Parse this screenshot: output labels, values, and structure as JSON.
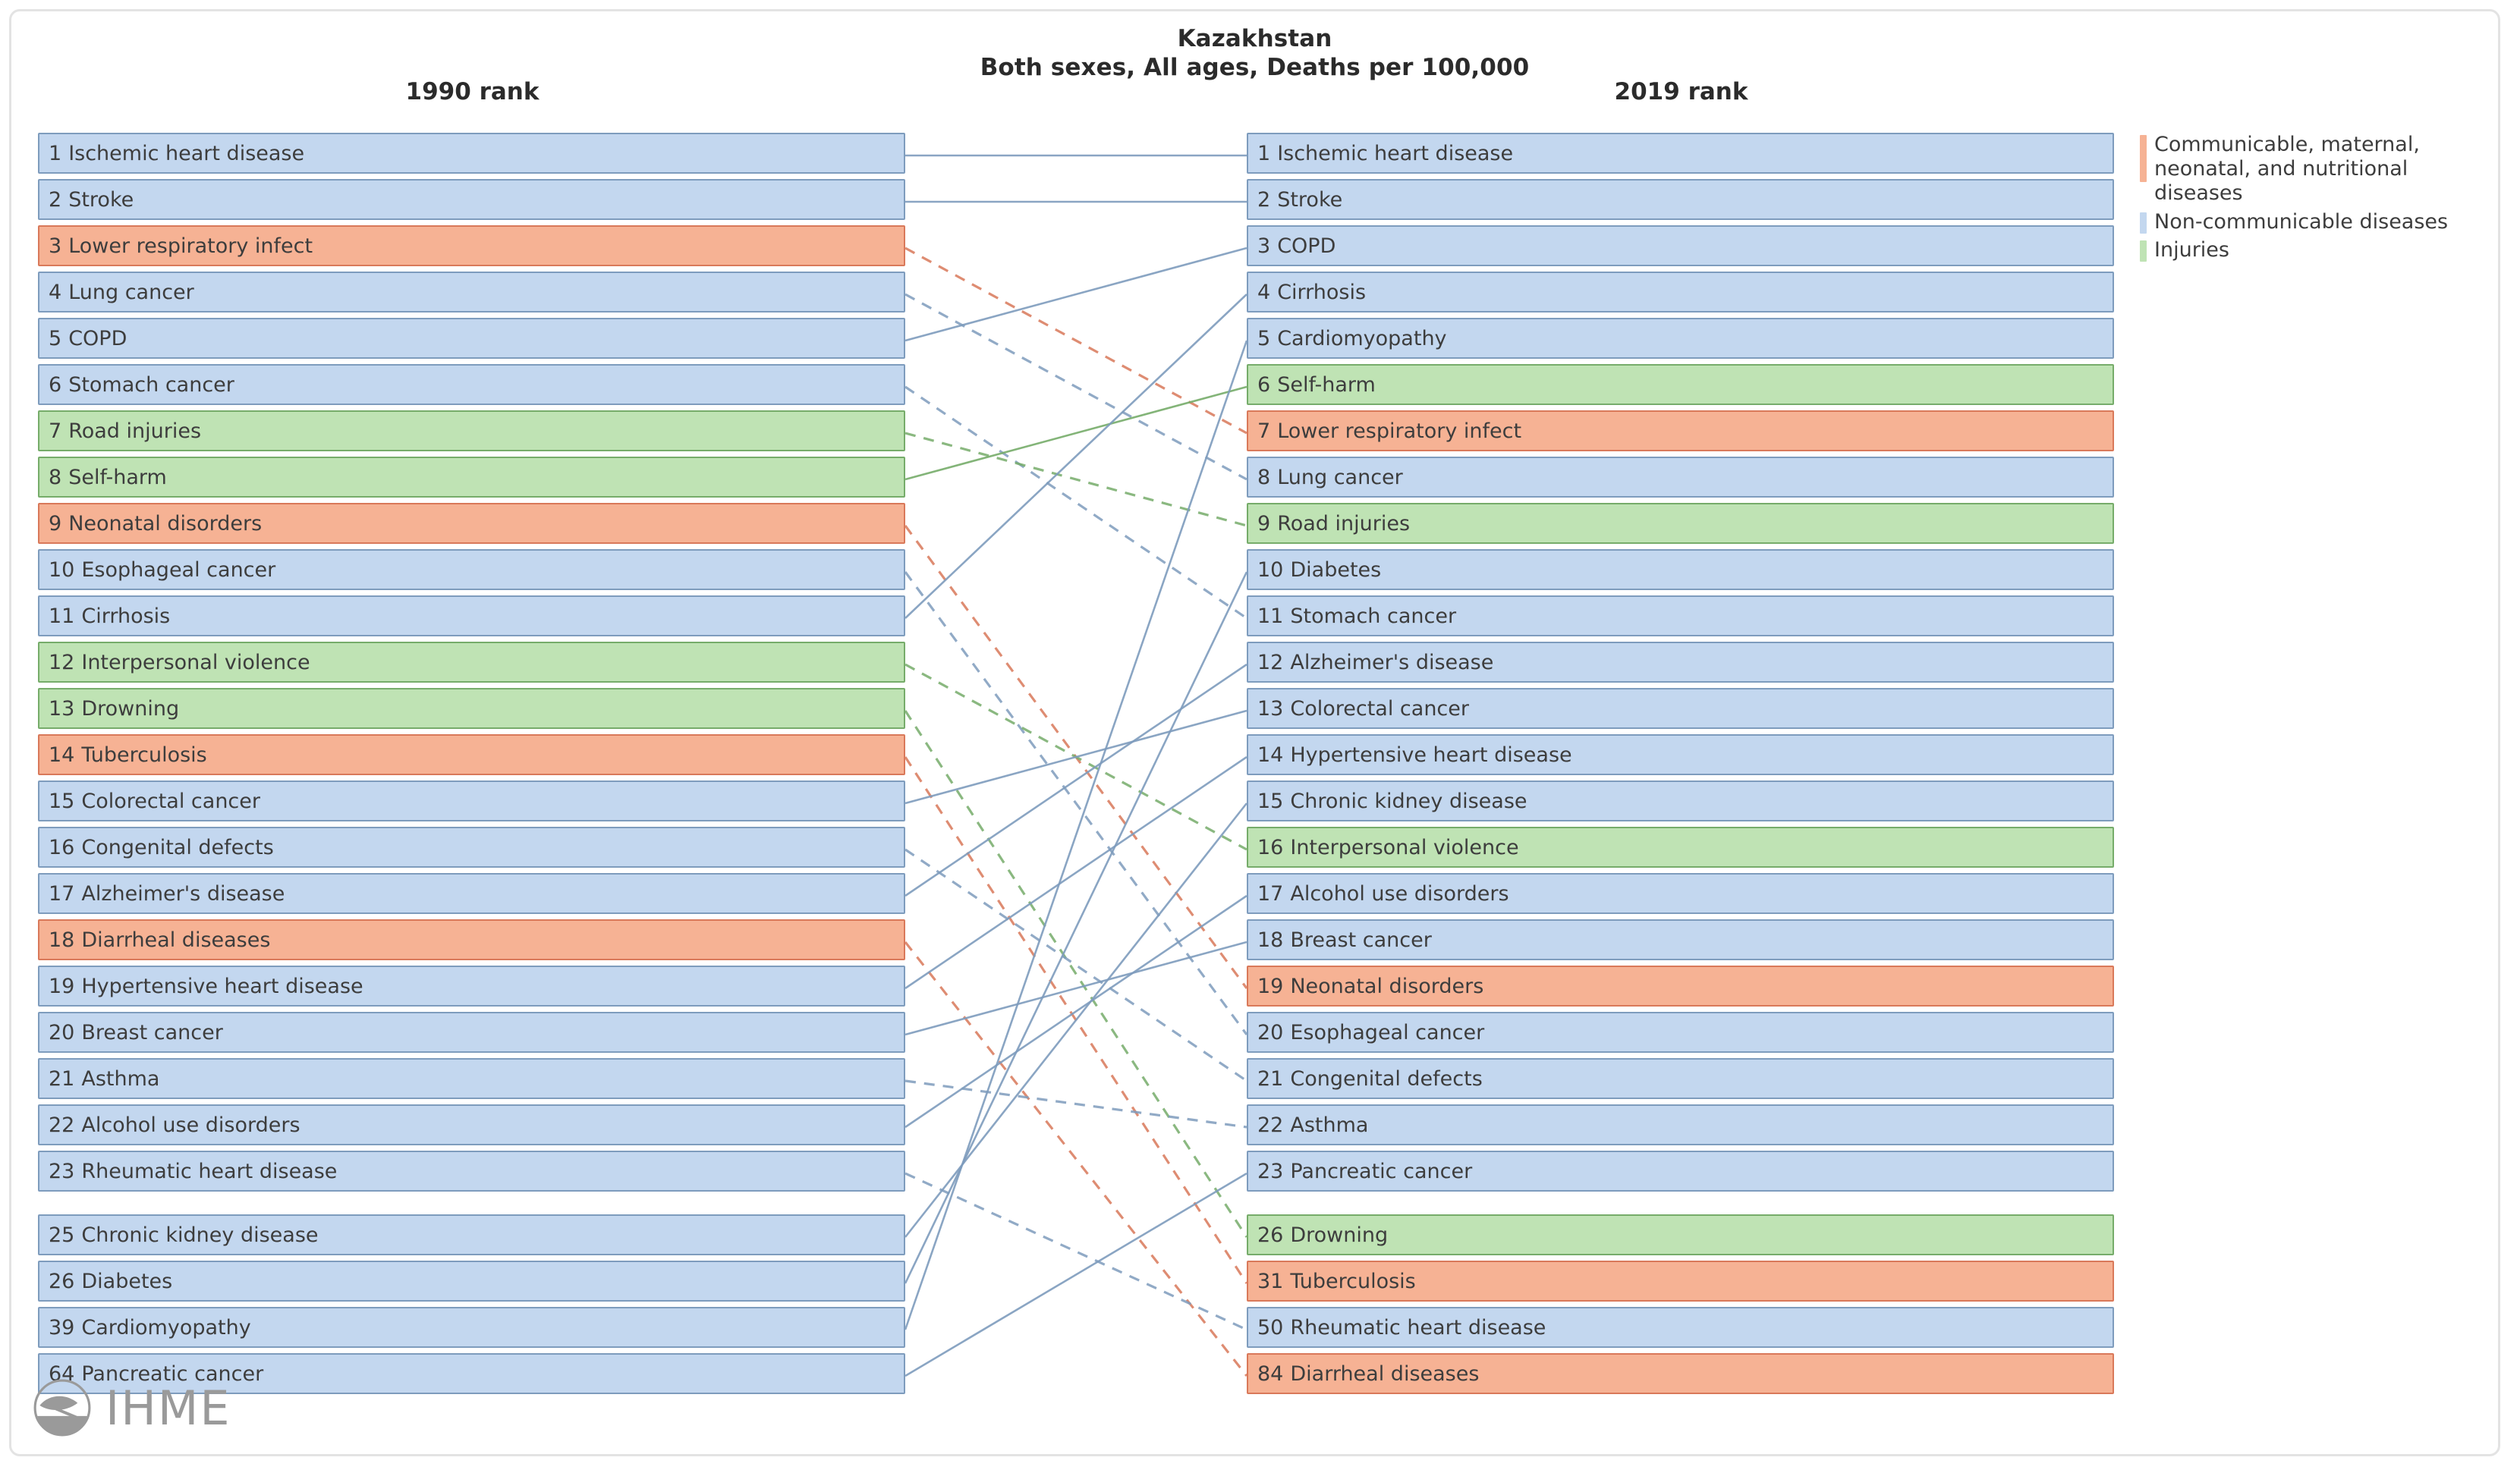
{
  "title": {
    "location": "Kazakhstan",
    "subtitle": "Both sexes, All ages, Deaths per 100,000"
  },
  "headers": {
    "left": "1990 rank",
    "right": "2019 rank"
  },
  "legend": {
    "items": [
      {
        "label": "Communicable, maternal, neonatal, and nutritional diseases",
        "color": "#f6b294",
        "key": "cmnn"
      },
      {
        "label": "Non-communicable diseases",
        "color": "#c3d7ef",
        "key": "ncd"
      },
      {
        "label": "Injuries",
        "color": "#bfe3b4",
        "key": "inj"
      }
    ]
  },
  "branding": {
    "wordmark": "IHME",
    "logo_icon": "ihme-globe-icon"
  },
  "chart_data": {
    "type": "table",
    "title": "Kazakhstan",
    "subtitle": "Both sexes, All ages, Deaths per 100,000",
    "left_axis_label": "1990 rank",
    "right_axis_label": "2019 rank",
    "categories": [
      "Communicable, maternal, neonatal, and nutritional diseases",
      "Non-communicable diseases",
      "Injuries"
    ],
    "left_column": [
      {
        "rank": 1,
        "label": "Ischemic heart disease",
        "cat": "ncd"
      },
      {
        "rank": 2,
        "label": "Stroke",
        "cat": "ncd"
      },
      {
        "rank": 3,
        "label": "Lower respiratory infect",
        "cat": "cmnn"
      },
      {
        "rank": 4,
        "label": "Lung cancer",
        "cat": "ncd"
      },
      {
        "rank": 5,
        "label": "COPD",
        "cat": "ncd"
      },
      {
        "rank": 6,
        "label": "Stomach cancer",
        "cat": "ncd"
      },
      {
        "rank": 7,
        "label": "Road injuries",
        "cat": "inj"
      },
      {
        "rank": 8,
        "label": "Self-harm",
        "cat": "inj"
      },
      {
        "rank": 9,
        "label": "Neonatal disorders",
        "cat": "cmnn"
      },
      {
        "rank": 10,
        "label": "Esophageal cancer",
        "cat": "ncd"
      },
      {
        "rank": 11,
        "label": "Cirrhosis",
        "cat": "ncd"
      },
      {
        "rank": 12,
        "label": "Interpersonal violence",
        "cat": "inj"
      },
      {
        "rank": 13,
        "label": "Drowning",
        "cat": "inj"
      },
      {
        "rank": 14,
        "label": "Tuberculosis",
        "cat": "cmnn"
      },
      {
        "rank": 15,
        "label": "Colorectal cancer",
        "cat": "ncd"
      },
      {
        "rank": 16,
        "label": "Congenital defects",
        "cat": "ncd"
      },
      {
        "rank": 17,
        "label": "Alzheimer's disease",
        "cat": "ncd"
      },
      {
        "rank": 18,
        "label": "Diarrheal diseases",
        "cat": "cmnn"
      },
      {
        "rank": 19,
        "label": "Hypertensive heart disease",
        "cat": "ncd"
      },
      {
        "rank": 20,
        "label": "Breast cancer",
        "cat": "ncd"
      },
      {
        "rank": 21,
        "label": "Asthma",
        "cat": "ncd"
      },
      {
        "rank": 22,
        "label": "Alcohol use disorders",
        "cat": "ncd"
      },
      {
        "rank": 23,
        "label": "Rheumatic heart disease",
        "cat": "ncd"
      },
      {
        "rank": 25,
        "label": "Chronic kidney disease",
        "cat": "ncd",
        "gap_before": true
      },
      {
        "rank": 26,
        "label": "Diabetes",
        "cat": "ncd"
      },
      {
        "rank": 39,
        "label": "Cardiomyopathy",
        "cat": "ncd"
      },
      {
        "rank": 64,
        "label": "Pancreatic cancer",
        "cat": "ncd"
      }
    ],
    "right_column": [
      {
        "rank": 1,
        "label": "Ischemic heart disease",
        "cat": "ncd"
      },
      {
        "rank": 2,
        "label": "Stroke",
        "cat": "ncd"
      },
      {
        "rank": 3,
        "label": "COPD",
        "cat": "ncd"
      },
      {
        "rank": 4,
        "label": "Cirrhosis",
        "cat": "ncd"
      },
      {
        "rank": 5,
        "label": "Cardiomyopathy",
        "cat": "ncd"
      },
      {
        "rank": 6,
        "label": "Self-harm",
        "cat": "inj"
      },
      {
        "rank": 7,
        "label": "Lower respiratory infect",
        "cat": "cmnn"
      },
      {
        "rank": 8,
        "label": "Lung cancer",
        "cat": "ncd"
      },
      {
        "rank": 9,
        "label": "Road injuries",
        "cat": "inj"
      },
      {
        "rank": 10,
        "label": "Diabetes",
        "cat": "ncd"
      },
      {
        "rank": 11,
        "label": "Stomach cancer",
        "cat": "ncd"
      },
      {
        "rank": 12,
        "label": "Alzheimer's disease",
        "cat": "ncd"
      },
      {
        "rank": 13,
        "label": "Colorectal cancer",
        "cat": "ncd"
      },
      {
        "rank": 14,
        "label": "Hypertensive heart disease",
        "cat": "ncd"
      },
      {
        "rank": 15,
        "label": "Chronic kidney disease",
        "cat": "ncd"
      },
      {
        "rank": 16,
        "label": "Interpersonal violence",
        "cat": "inj"
      },
      {
        "rank": 17,
        "label": "Alcohol use disorders",
        "cat": "ncd"
      },
      {
        "rank": 18,
        "label": "Breast cancer",
        "cat": "ncd"
      },
      {
        "rank": 19,
        "label": "Neonatal disorders",
        "cat": "cmnn"
      },
      {
        "rank": 20,
        "label": "Esophageal cancer",
        "cat": "ncd"
      },
      {
        "rank": 21,
        "label": "Congenital defects",
        "cat": "ncd"
      },
      {
        "rank": 22,
        "label": "Asthma",
        "cat": "ncd"
      },
      {
        "rank": 23,
        "label": "Pancreatic cancer",
        "cat": "ncd"
      },
      {
        "rank": 26,
        "label": "Drowning",
        "cat": "inj",
        "gap_before": true
      },
      {
        "rank": 31,
        "label": "Tuberculosis",
        "cat": "cmnn"
      },
      {
        "rank": 50,
        "label": "Rheumatic heart disease",
        "cat": "ncd"
      },
      {
        "rank": 84,
        "label": "Diarrheal diseases",
        "cat": "cmnn"
      }
    ]
  }
}
